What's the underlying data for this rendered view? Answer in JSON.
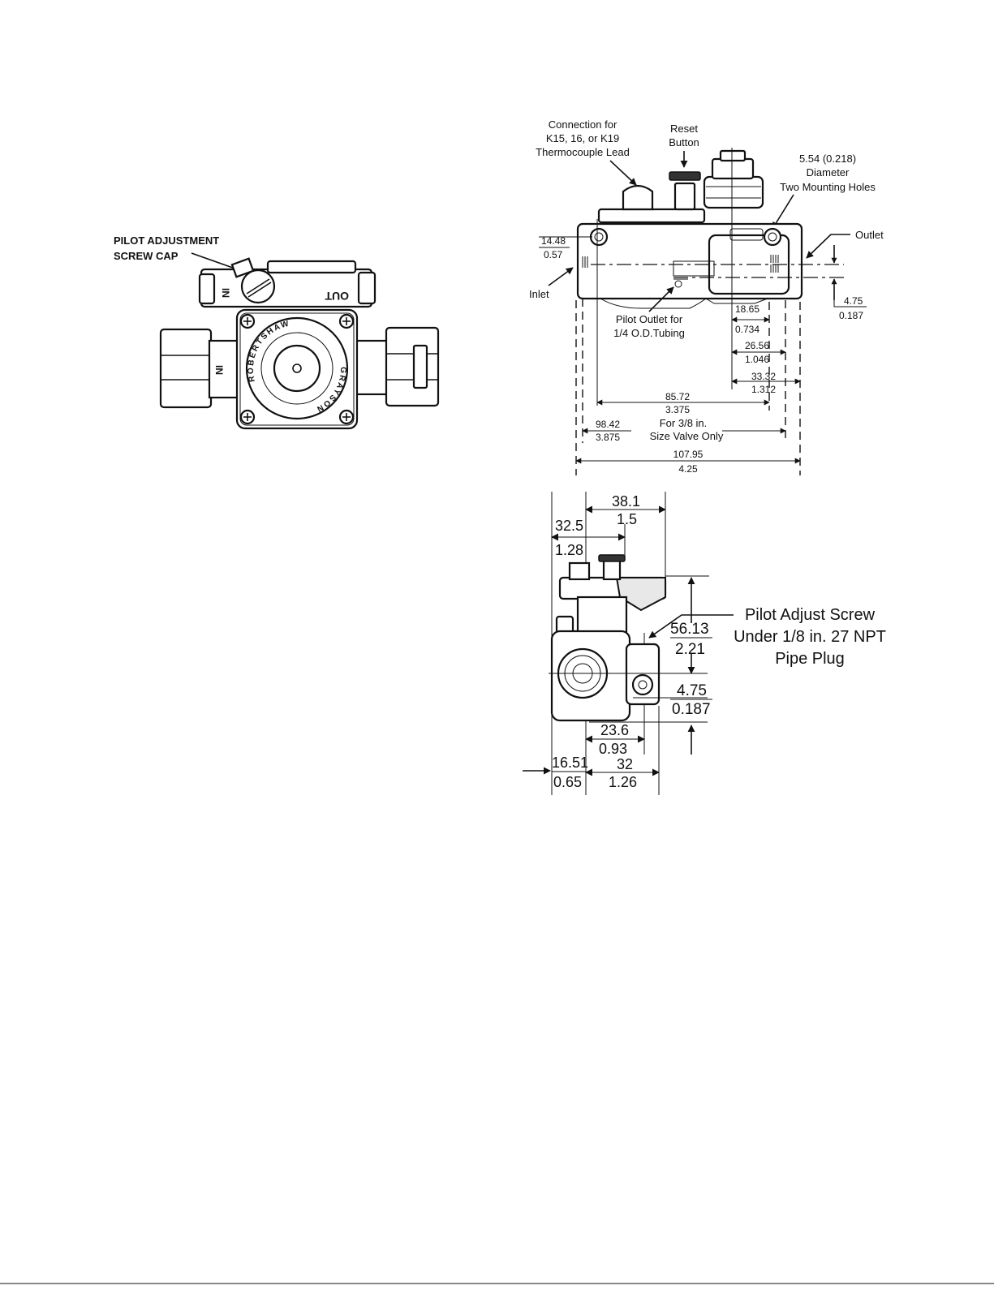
{
  "left_figure": {
    "label_line1": "PILOT ADJUSTMENT",
    "label_line2": "SCREW CAP",
    "port_in_top": "IN",
    "port_out_top": "OUT",
    "port_in_side": "IN",
    "dial_text_top": "ROBERTSHAW",
    "dial_text_bottom": "GRAYSON"
  },
  "top_view": {
    "connection_label": [
      "Connection for",
      "K15, 16, or K19",
      "Thermocouple Lead"
    ],
    "reset_label": [
      "Reset",
      "Button"
    ],
    "holes_label": [
      "5.54 (0.218)",
      "Diameter",
      "Two Mounting Holes"
    ],
    "outlet_label": "Outlet",
    "inlet_label": "Inlet",
    "pilot_outlet_label": [
      "Pilot Outlet for",
      "1/4 O.D.Tubing"
    ],
    "size_note": [
      "For 3/8 in.",
      "Size Valve Only"
    ],
    "dims": {
      "d1": [
        "14.48",
        "0.57"
      ],
      "d2": [
        "4.75",
        "0.187"
      ],
      "d3": [
        "18.65",
        "0.734"
      ],
      "d4": [
        "26.56",
        "1.046"
      ],
      "d5": [
        "33.32",
        "1.312"
      ],
      "d6": [
        "85.72",
        "3.375"
      ],
      "d7": [
        "98.42",
        "3.875"
      ],
      "d8": [
        "107.95",
        "4.25"
      ]
    }
  },
  "side_view": {
    "pilot_adjust_label": [
      "Pilot Adjust Screw",
      "Under 1/8 in. 27 NPT",
      "Pipe Plug"
    ],
    "dims": {
      "a": [
        "38.1",
        "1.5"
      ],
      "b": [
        "32.5",
        "1.28"
      ],
      "c": [
        "56.13",
        "2.21"
      ],
      "d": [
        "4.75",
        "0.187"
      ],
      "e": [
        "23.6",
        "0.93"
      ],
      "f": [
        "16.51",
        "0.65"
      ],
      "g": [
        "32",
        "1.26"
      ]
    }
  }
}
